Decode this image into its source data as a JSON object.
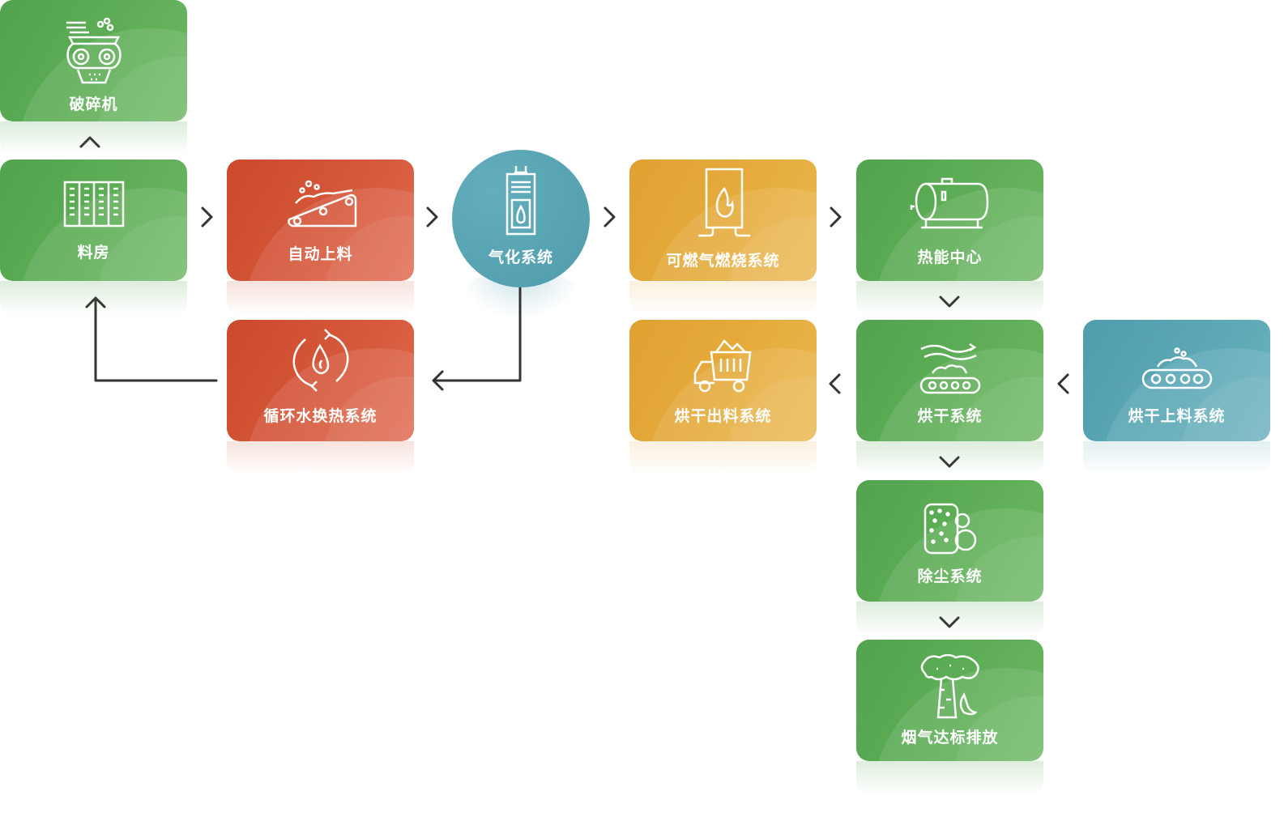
{
  "nodes": {
    "crusher": {
      "label": "破碎机",
      "icon": "crusher-icon"
    },
    "storage": {
      "label": "料房",
      "icon": "storage-shelves-icon"
    },
    "auto_feed": {
      "label": "自动上料",
      "icon": "conveyor-incline-icon"
    },
    "gasification": {
      "label": "气化系统",
      "icon": "gasifier-icon"
    },
    "gas_combustion": {
      "label": "可燃气燃烧系统",
      "icon": "flame-furnace-icon"
    },
    "heat_center": {
      "label": "热能中心",
      "icon": "boiler-tank-icon"
    },
    "water_loop": {
      "label": "循环水换热系统",
      "icon": "recycle-drop-icon"
    },
    "drying_discharge": {
      "label": "烘干出料系统",
      "icon": "dump-truck-icon"
    },
    "drying": {
      "label": "烘干系统",
      "icon": "drying-conveyor-icon"
    },
    "drying_feed": {
      "label": "烘干上料系统",
      "icon": "feed-conveyor-icon"
    },
    "dust_removal": {
      "label": "除尘系统",
      "icon": "dust-filter-icon"
    },
    "emission": {
      "label": "烟气达标排放",
      "icon": "chimney-smoke-icon"
    }
  },
  "colors": {
    "green": "#5fae57",
    "red": "#d6573a",
    "yellow": "#e6ac3d",
    "teal": "#5ca8b6",
    "arrow": "#333333"
  }
}
